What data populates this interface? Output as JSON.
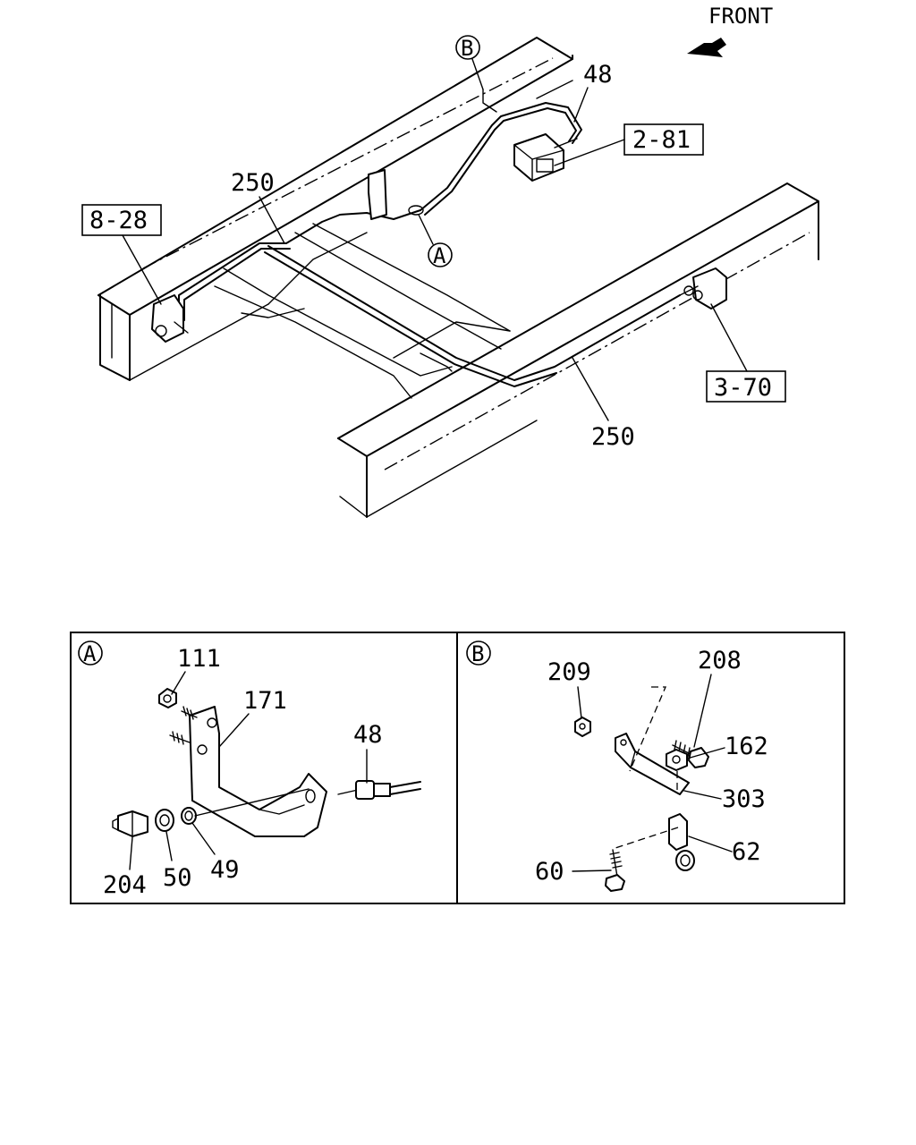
{
  "direction": {
    "label": "FRONT",
    "icon": "arrow-icon"
  },
  "main_view": {
    "callouts": {
      "part_48": "48",
      "ref_2_81": "2-81",
      "part_250_upper": "250",
      "ref_8_28": "8-28",
      "detail_a": "A",
      "detail_b": "B",
      "ref_3_70": "3-70",
      "part_250_lower": "250"
    }
  },
  "detail_a": {
    "marker": "A",
    "parts": {
      "p111": "111",
      "p171": "171",
      "p48": "48",
      "p204": "204",
      "p50": "50",
      "p49": "49"
    }
  },
  "detail_b": {
    "marker": "B",
    "parts": {
      "p209": "209",
      "p208": "208",
      "p162": "162",
      "p303": "303",
      "p62": "62",
      "p60": "60"
    }
  }
}
